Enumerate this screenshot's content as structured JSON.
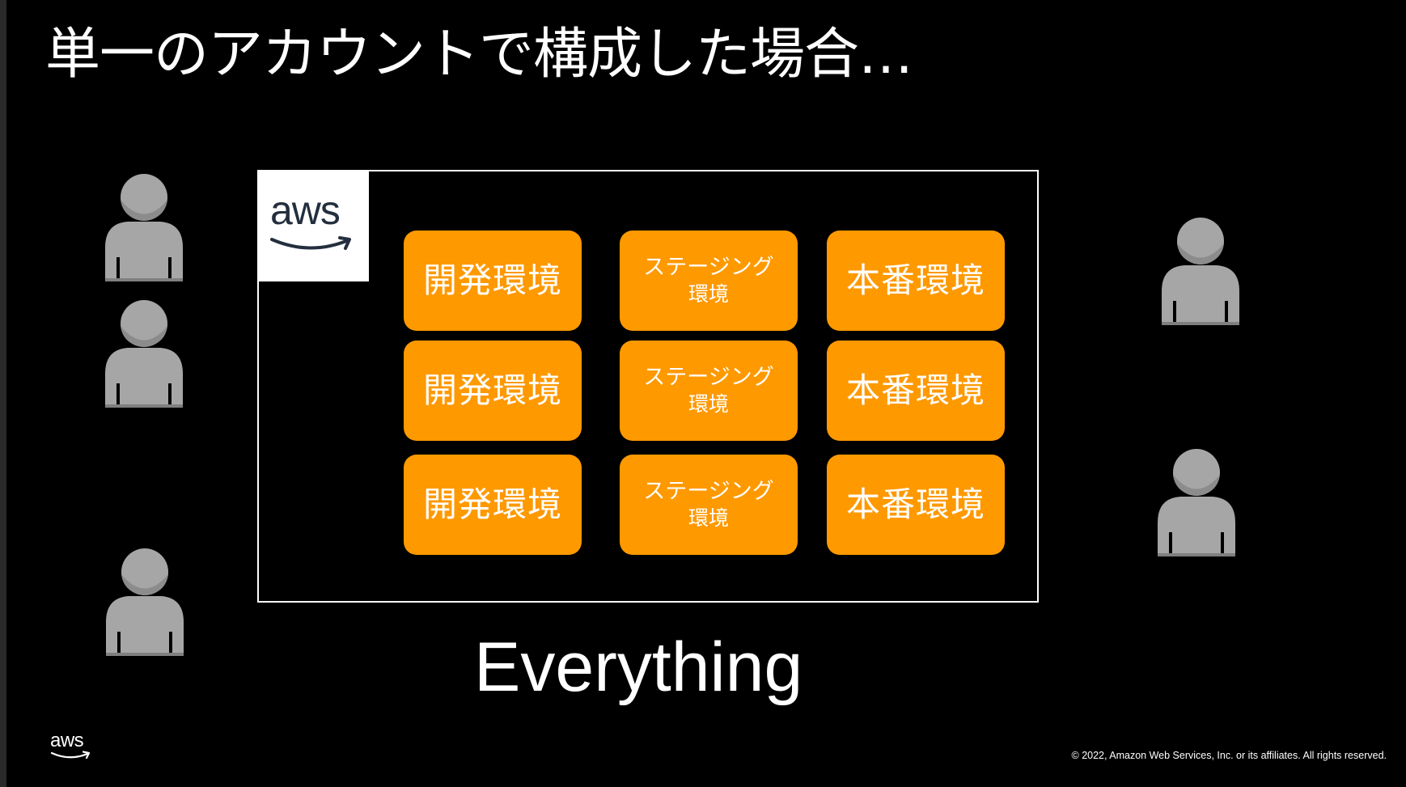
{
  "slide": {
    "title": "単一のアカウントで構成した場合…",
    "caption": "Everything",
    "copyright": "© 2022, Amazon Web Services, Inc. or its affiliates. All rights reserved.",
    "background_color": "#000000"
  },
  "account": {
    "logo_text": "aws",
    "logo_icon": "aws-logo-icon",
    "border_color": "#ffffff"
  },
  "environments": {
    "color": "#ff9900",
    "rows": [
      {
        "dev": "開発環境",
        "staging": {
          "line1": "ステージング",
          "line2": "環境"
        },
        "prod": "本番環境"
      },
      {
        "dev": "開発環境",
        "staging": {
          "line1": "ステージング",
          "line2": "環境"
        },
        "prod": "本番環境"
      },
      {
        "dev": "開発環境",
        "staging": {
          "line1": "ステージング",
          "line2": "環境"
        },
        "prod": "本番環境"
      }
    ]
  },
  "users": {
    "icon": "user-icon",
    "color": "#a6a6a6",
    "left_count": 3,
    "right_count": 2
  },
  "footer": {
    "logo_text": "aws",
    "logo_icon": "aws-logo-icon"
  }
}
